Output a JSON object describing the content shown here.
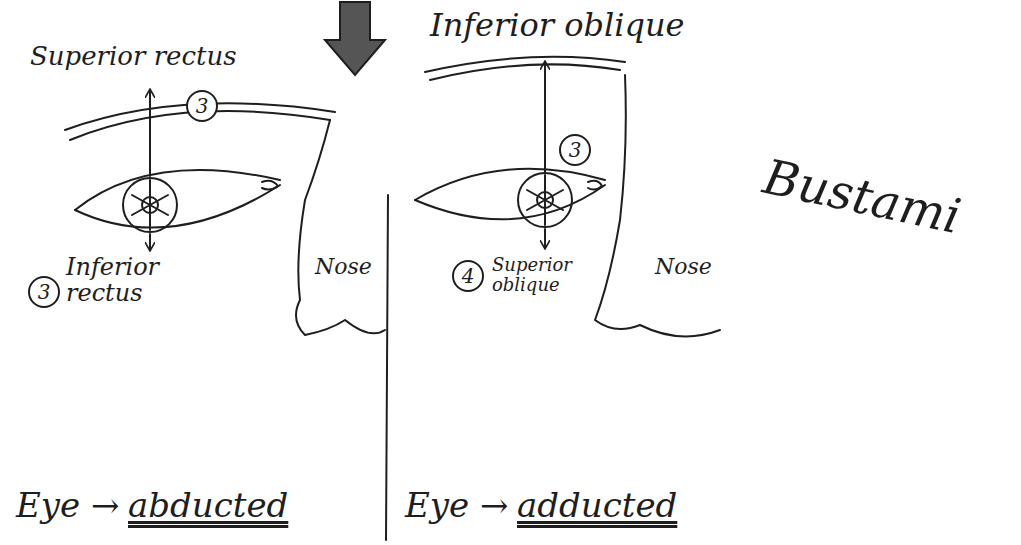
{
  "diagram": {
    "nodes": [
      {
        "text": [
          "3"
        ]
      },
      {
        "text": [
          "3"
        ]
      },
      {
        "text": [
          "3"
        ]
      },
      {
        "text": [
          "4"
        ]
      }
    ],
    "labels": [
      "Superior rectus",
      "Inferior oblique",
      "Inferior rectus",
      "Nose",
      "Superior oblique",
      "Nose",
      "Bustami",
      "Eye →",
      "abducted",
      "Eye →",
      "adducted"
    ]
  }
}
